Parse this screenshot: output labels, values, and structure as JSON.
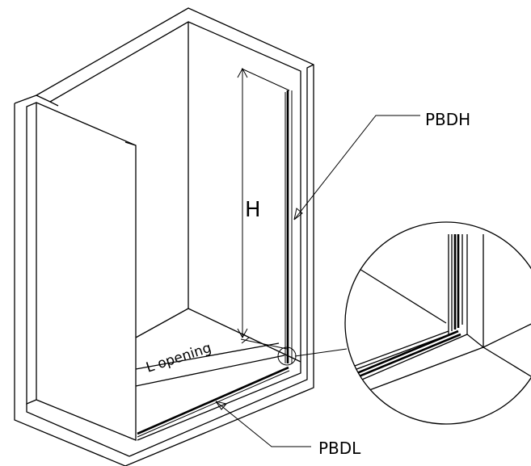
{
  "labels": {
    "height": "H",
    "opening": "L opening",
    "vertical_profile": "PBDH",
    "bottom_profile": "PBDL"
  },
  "colors": {
    "line": "#000000",
    "background": "#ffffff"
  }
}
